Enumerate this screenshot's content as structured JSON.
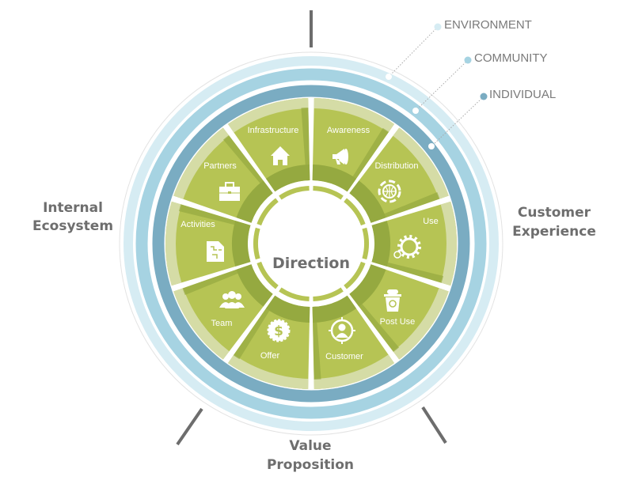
{
  "center_label": "Direction",
  "categories": {
    "internal": [
      "Internal",
      "Ecosystem"
    ],
    "customer": [
      "Customer",
      "Experience"
    ],
    "value": [
      "Value",
      "Proposition"
    ]
  },
  "legend": [
    {
      "label": "ENVIRONMENT",
      "color": "#d6ecf3"
    },
    {
      "label": "COMMUNITY",
      "color": "#a6d3e2"
    },
    {
      "label": "INDIVIDUAL",
      "color": "#7aacc2"
    }
  ],
  "segments": [
    {
      "label": "Awareness",
      "icon": "megaphone-icon"
    },
    {
      "label": "Distribution",
      "icon": "globe-cycle-icon"
    },
    {
      "label": "Use",
      "icon": "gear-icon"
    },
    {
      "label": "Post Use",
      "icon": "recycle-bin-icon"
    },
    {
      "label": "Customer",
      "icon": "customer-target-icon"
    },
    {
      "label": "Offer",
      "icon": "dollar-badge-icon"
    },
    {
      "label": "Team",
      "icon": "team-icon"
    },
    {
      "label": "Activities",
      "icon": "activities-document-icon"
    },
    {
      "label": "Partners",
      "icon": "briefcase-icon"
    },
    {
      "label": "Infrastructure",
      "icon": "house-icon"
    }
  ],
  "colors": {
    "green": "#b6c454",
    "green_light": "#d5dca6",
    "green_dark": "#95a940",
    "ring_outer": "#d6ecf3",
    "ring_mid": "#a6d3e2",
    "ring_inner": "#7aacc2",
    "text_gray": "#6e6e6e"
  }
}
